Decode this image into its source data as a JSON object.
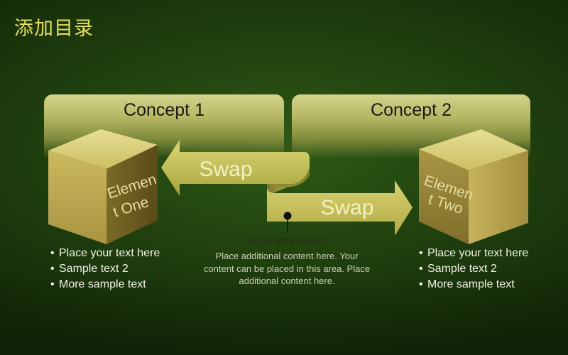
{
  "slide": {
    "title": "添加目录"
  },
  "concepts": [
    {
      "title": "Concept 1",
      "element_label_line1": "Elemen",
      "element_label_line2": "t One",
      "bullets": [
        "Place your text here",
        "Sample text 2",
        "More sample text"
      ]
    },
    {
      "title": "Concept 2",
      "element_label_line1": "Elemen",
      "element_label_line2": "t Two",
      "bullets": [
        "Place your text here",
        "Sample text 2",
        "More sample text"
      ]
    }
  ],
  "arrows": {
    "left_label": "Swap",
    "right_label": "Swap"
  },
  "arrow_info": {
    "title": "Arrow Information",
    "body": "Place additional content here. Your content can be placed in this area. Place additional content here."
  },
  "colors": {
    "title": "#e8e24a",
    "cube_top": "#ddd580",
    "cube_front": "#c2b052",
    "cube_side": "#6f5f22",
    "arrow": "#c7c25d"
  }
}
